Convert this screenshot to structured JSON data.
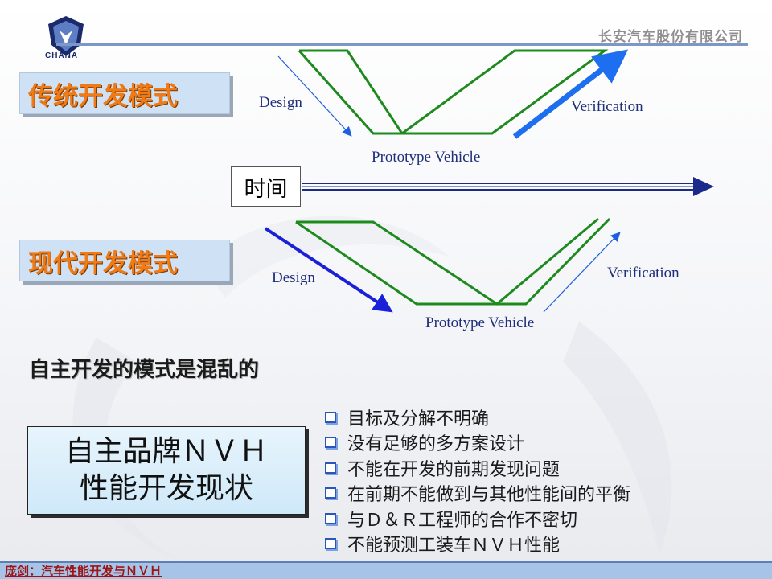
{
  "header": {
    "logo_text": "CHANA",
    "company": "长安汽车股份有限公司"
  },
  "modes": {
    "traditional": "传统开发模式",
    "modern": "现代开发模式"
  },
  "timeline": {
    "label": "时间"
  },
  "traditional_diagram": {
    "design": "Design",
    "prototype": "Prototype Vehicle",
    "verification": "Verification"
  },
  "modern_diagram": {
    "design": "Design",
    "prototype": "Prototype Vehicle",
    "verification": "Verification"
  },
  "chaos_statement": "自主开发的模式是混乱的",
  "status_box": {
    "line1": "自主品牌ＮＶＨ",
    "line2": "性能开发现状"
  },
  "issues": [
    "目标及分解不明确",
    "没有足够的多方案设计",
    "不能在开发的前期发现问题",
    "在前期不能做到与其他性能间的平衡",
    "与Ｄ＆Ｒ工程师的合作不密切",
    "不能预测工装车ＮＶＨ性能"
  ],
  "footer": {
    "text": "庞剑：汽车性能开发与ＮＶＨ"
  },
  "colors": {
    "accent_orange": "#f07a14",
    "v_line_green": "#1e8a1e",
    "arrow_blue": "#1e5fe0",
    "header_rule": "#7d97c7"
  }
}
